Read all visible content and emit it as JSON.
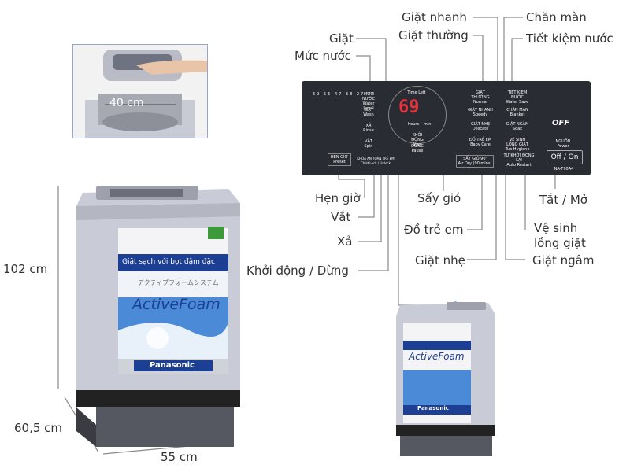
{
  "labels": {
    "giat_nhanh": "Giặt nhanh",
    "giat_thuong": "Giặt thường",
    "giat": "Giặt",
    "muc_nuoc": "Mức nước",
    "chan_man": "Chăn màn",
    "tiet_kiem_nuoc": "Tiết kiệm nước",
    "hen_gio": "Hẹn giờ",
    "vat": "Vắt",
    "xa": "Xả",
    "khoi_dong_dung": "Khởi động / Dừng",
    "say_gio": "Sấy gió",
    "do_tre_em": "Đồ trẻ em",
    "giat_nhe": "Giặt nhẹ",
    "tat_mo": "Tắt / Mở",
    "ve_sinh_long_giat_1": "Vệ sinh",
    "ve_sinh_long_giat_2": "lồng giặt",
    "giat_ngam": "Giặt ngâm"
  },
  "dimensions": {
    "tub_width": "40 cm",
    "height": "102 cm",
    "depth": "60,5 cm",
    "width": "55 cm"
  },
  "machine": {
    "brand": "Panasonic",
    "slogan": "Giặt sạch với bọt đậm đặc",
    "feature": "ActiveFoam",
    "feature_jp": "アクティブフォームシステム"
  },
  "panel": {
    "display": "69",
    "time_left": "Time Left",
    "hours": "hours",
    "min": "min",
    "water_levels": [
      "69",
      "55",
      "47",
      "38",
      "27",
      "14"
    ],
    "model": "NA-F90A4",
    "power_label": "NGUỒN",
    "power_sub": "Power",
    "off_on": "Off / On",
    "eco_text": "OFF",
    "buttons": {
      "muc_nuoc": "MỰC NƯỚC",
      "muc_nuoc_en": "Water Level",
      "giat": "GIẶT",
      "giat_en": "Wash",
      "xa": "XẢ",
      "xa_en": "Rinse",
      "vat": "VẮT",
      "vat_en": "Spin",
      "hen_gio": "HẸN GIỜ",
      "hen_gio_en": "Preset",
      "khoi_dong": "KHỞI ĐỘNG",
      "khoi_dong_en": "Start",
      "dung": "DỪNG",
      "dung_en": "Pause",
      "giat_thuong": "GIẶT THƯỜNG",
      "giat_thuong_en": "Normal",
      "giat_nhanh": "GIẶT NHANH",
      "giat_nhanh_en": "Speedy",
      "giat_nhe": "GIẶT NHẸ",
      "giat_nhe_en": "Delicate",
      "do_tre_em": "ĐỒ TRẺ EM",
      "do_tre_em_en": "Baby Care",
      "tiet_kiem": "TIẾT KIỆM NƯỚC",
      "tiet_kiem_en": "Water Save",
      "chan_man": "CHĂN MÀN",
      "chan_man_en": "Blanket",
      "giat_ngam": "GIẶT NGÂM",
      "giat_ngam_en": "Soak",
      "ve_sinh": "VỆ SINH LỒNG GIẶT",
      "ve_sinh_en": "Tub Hygiene",
      "say_gio": "SẤY GIÓ 90'",
      "say_gio_en": "Air Dry (90 mins)",
      "auto_restart": "TỰ KHỞI ĐỘNG LẠI",
      "auto_restart_en": "Auto Restart",
      "child_lock": "KHÓA AN TOÀN TRẺ EM",
      "child_lock_en": "Child Lock / Unlock"
    }
  },
  "colors": {
    "machine_body": "#c9ccd6",
    "panel_bg": "#2a2c33",
    "display_red": "#e2343c",
    "line": "#8a8a8a"
  }
}
